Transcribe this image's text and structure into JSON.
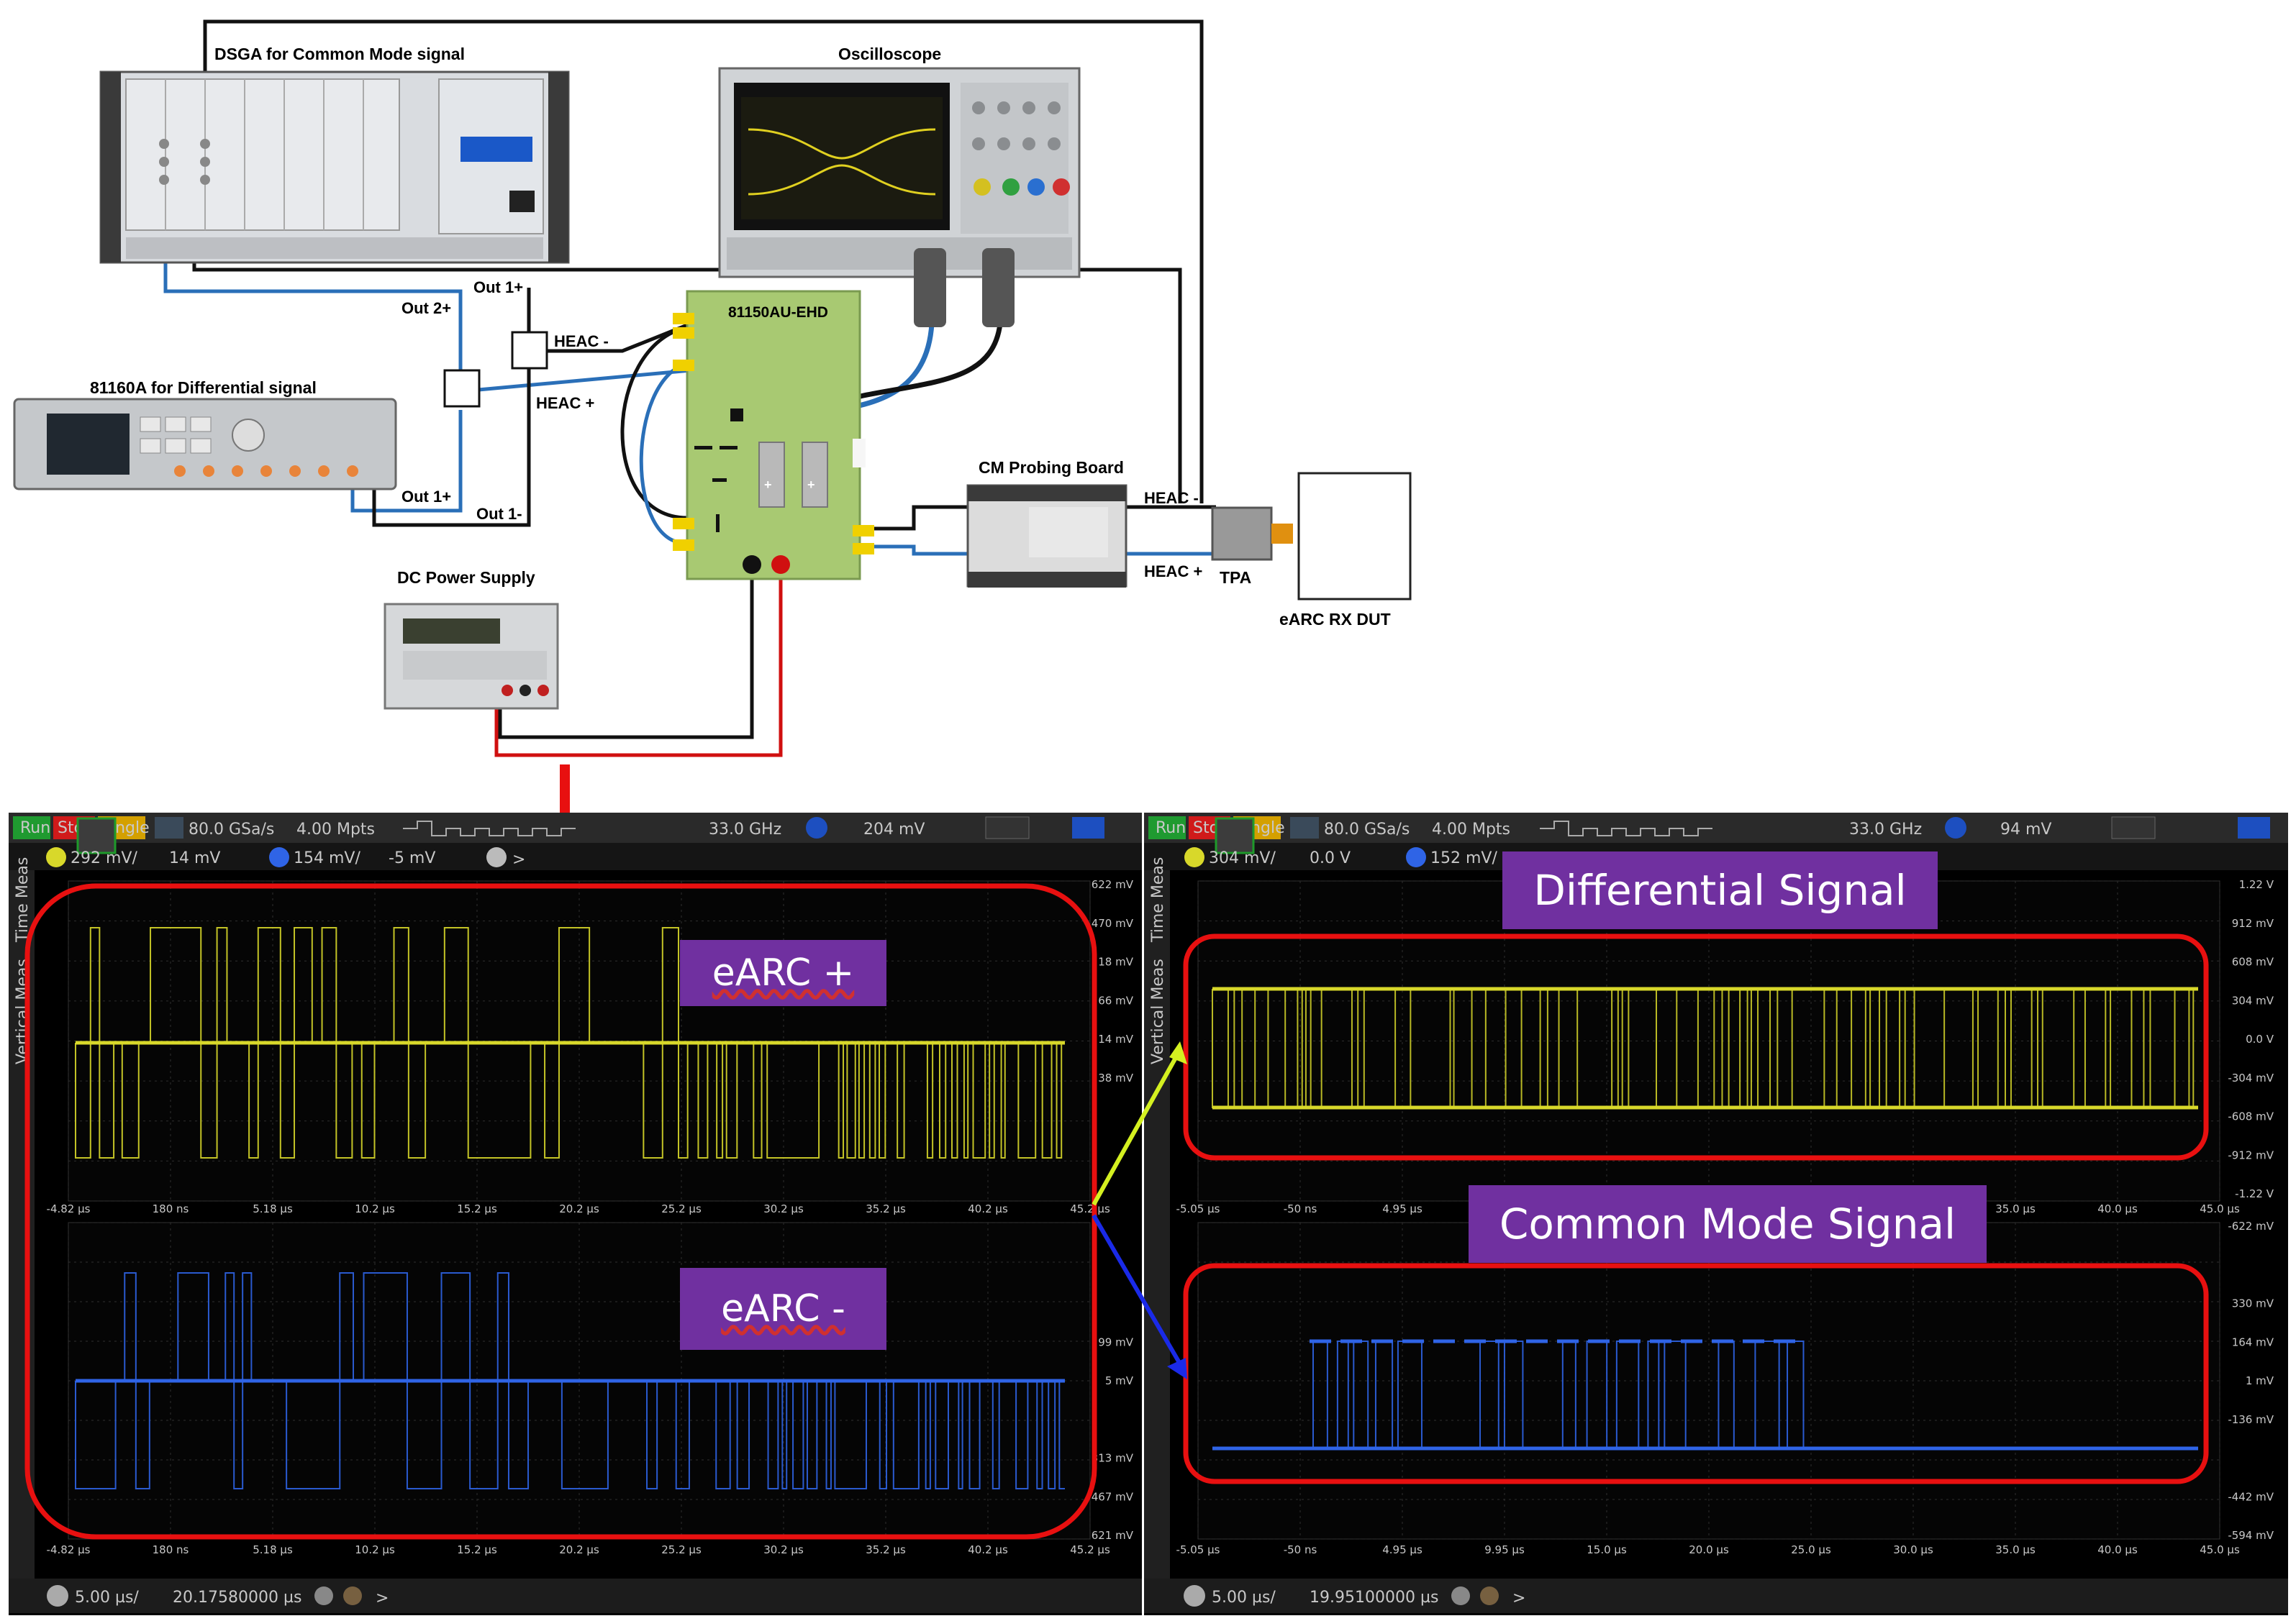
{
  "colors": {
    "yellow_trace": "#d8d82a",
    "blue_trace": "#2f64e6",
    "highlight_red": "#e81010",
    "banner_purple": "#7030a0",
    "board_green": "#a8c972",
    "cable_blue": "#2a6fb8"
  },
  "diagram": {
    "dsga_label": "DSGA for Common  Mode signal",
    "oscilloscope_label": "Oscilloscope",
    "signal_gen_label": "81160A  for Differential signal",
    "board_label": "81150AU-EHD",
    "cm_board_label": "CM Probing Board",
    "dc_supply_label": "DC Power Supply",
    "tpa_label": "TPA",
    "dut_label": "eARC RX DUT",
    "out1p_top": "Out 1+",
    "out2p": "Out 2+",
    "out1p_gen": "Out 1+",
    "out1m_gen": "Out 1-",
    "heac_minus_left": "HEAC  -",
    "heac_plus_left": "HEAC  +",
    "heac_minus_right": "HEAC  -",
    "heac_plus_right": "HEAC  +",
    "board_plus1": "+",
    "board_plus2": "+"
  },
  "scope_left": {
    "toolbar": {
      "run": "Run",
      "stop": "Stop",
      "single": "Single",
      "sample_rate": "80.0 GSa/s",
      "memory": "4.00 Mpts",
      "bandwidth": "33.0 GHz",
      "trigger_level": "204 mV",
      "ch1_scale": "292 mV/",
      "ch1_offset": "14 mV",
      "ch2_scale": "154 mV/",
      "ch2_offset": "-5 mV",
      "time_scale": "5.00 µs/",
      "time_position": "20.17580000 µs"
    },
    "side_tabs": [
      "Time Meas",
      "Vertical Meas"
    ],
    "top_x_ticks": [
      "-4.82 µs",
      "180 ns",
      "5.18 µs",
      "10.2 µs",
      "15.2 µs",
      "20.2 µs",
      "25.2 µs",
      "30.2 µs",
      "35.2 µs",
      "40.2 µs",
      "45.2 µs"
    ],
    "bottom_x_ticks": [
      "-4.82 µs",
      "180 ns",
      "5.18 µs",
      "10.2 µs",
      "15.2 µs",
      "20.2 µs",
      "25.2 µs",
      "30.2 µs",
      "35.2 µs",
      "40.2 µs",
      "45.2 µs"
    ],
    "top_y_ticks": [
      "622 mV",
      "470 mV",
      "18 mV",
      "66 mV",
      "14 mV",
      "38 mV",
      "",
      "",
      ""
    ],
    "bottom_y_ticks": [
      "",
      "",
      "",
      "99 mV",
      "5 mV",
      "",
      "313 mV",
      "467 mV",
      "621 mV"
    ],
    "banner_top": "eARC +",
    "banner_bottom": "eARC -"
  },
  "scope_right": {
    "toolbar": {
      "run": "Run",
      "stop": "Stop",
      "single": "Single",
      "sample_rate": "80.0 GSa/s",
      "memory": "4.00 Mpts",
      "bandwidth": "33.0 GHz",
      "trigger_level": "94 mV",
      "ch1_scale": "304 mV/",
      "ch1_offset": "0.0 V",
      "ch2_scale": "152 mV/",
      "time_scale": "5.00 µs/",
      "time_position": "19.95100000 µs"
    },
    "side_tabs": [
      "Time Meas",
      "Vertical Meas"
    ],
    "top_x_ticks": [
      "-5.05 µs",
      "-50 ns",
      "4.95 µs",
      "",
      "",
      "",
      "",
      "",
      "35.0 µs",
      "40.0 µs",
      "45.0 µs"
    ],
    "bottom_x_ticks": [
      "-5.05 µs",
      "-50 ns",
      "4.95 µs",
      "9.95 µs",
      "15.0 µs",
      "20.0 µs",
      "25.0 µs",
      "30.0 µs",
      "35.0 µs",
      "40.0 µs",
      "45.0 µs"
    ],
    "top_y_ticks": [
      "1.22 V",
      "912 mV",
      "608 mV",
      "304 mV",
      "0.0 V",
      "-304 mV",
      "-608 mV",
      "-912 mV",
      "-1.22 V"
    ],
    "bottom_y_ticks": [
      "-622 mV",
      "",
      "330 mV",
      "164 mV",
      "1 mV",
      "-136 mV",
      "",
      "-442 mV",
      "-594 mV"
    ],
    "banner_top": "Differential Signal",
    "banner_bottom": "Common Mode Signal"
  }
}
